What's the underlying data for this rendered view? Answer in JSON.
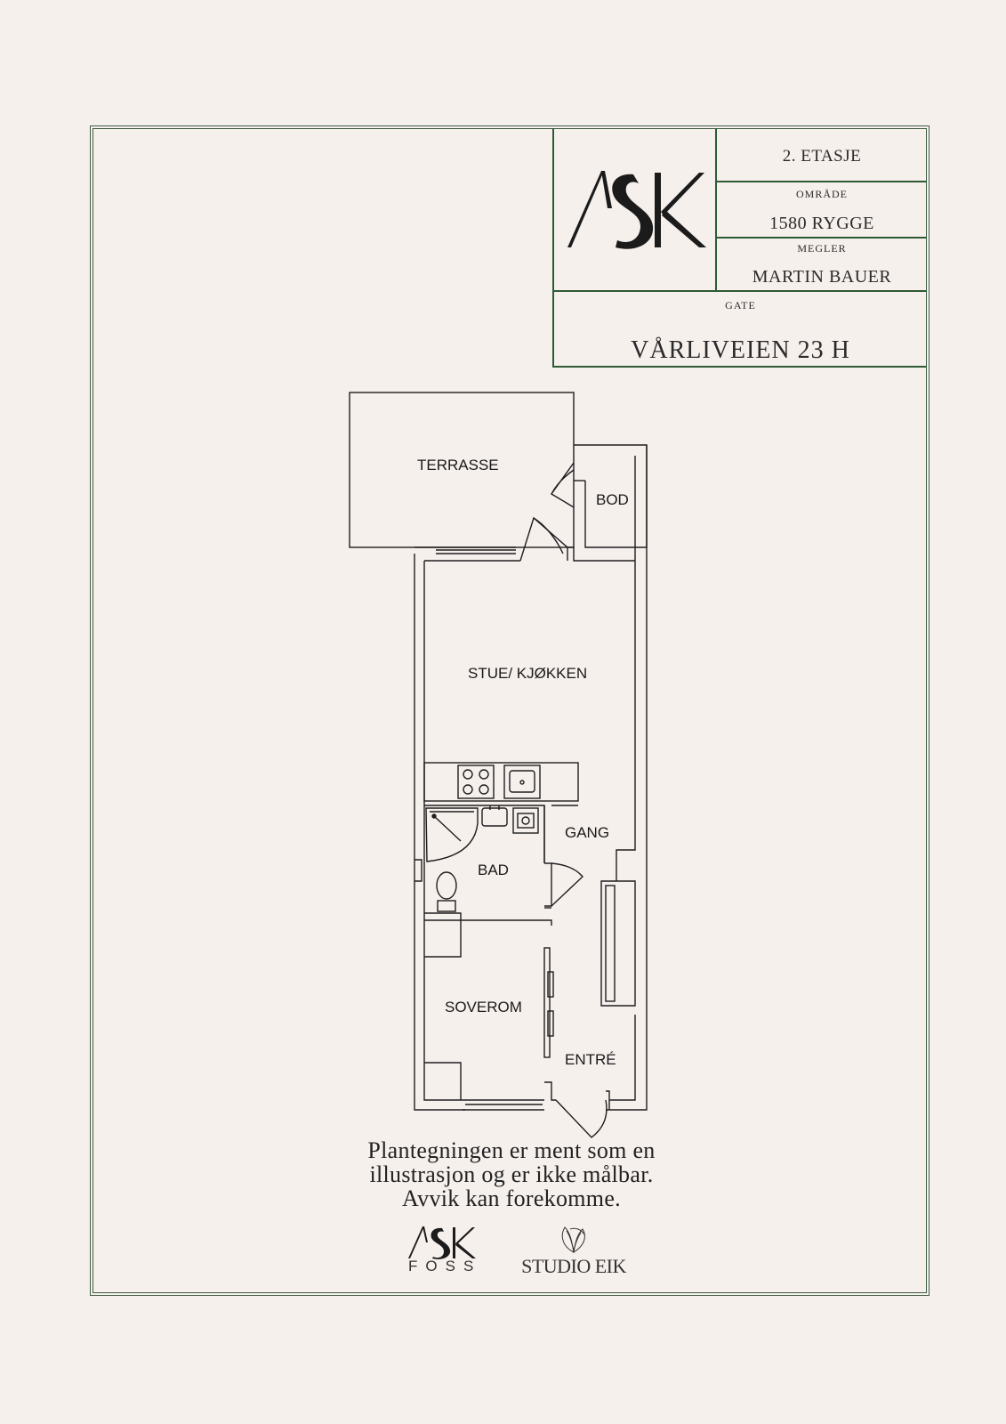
{
  "title_block": {
    "floor": "2. ETASJE",
    "area_label": "OMRÅDE",
    "area_value": "1580 RYGGE",
    "agent_label": "MEGLER",
    "agent_value": "MARTIN BAUER",
    "street_label": "GATE",
    "street_value": "VÅRLIVEIEN 23 H"
  },
  "logos": {
    "main": "ASK",
    "footer_ask": "ASK",
    "footer_foss": "FOSS",
    "studio": "STUDIO EIK"
  },
  "rooms": {
    "terrasse": "TERRASSE",
    "bod": "BOD",
    "stue": "STUE/ KJØKKEN",
    "gang": "GANG",
    "bad": "BAD",
    "soverom": "SOVEROM",
    "entre": "ENTRÉ"
  },
  "disclaimer": {
    "line1": "Plantegningen er ment som en",
    "line2": "illustrasjon og er ikke målbar.",
    "line3": "Avvik kan forekomme."
  },
  "colors": {
    "background": "#f6f0ed",
    "frame": "#3f5c43",
    "ink": "#1f1f1f"
  }
}
